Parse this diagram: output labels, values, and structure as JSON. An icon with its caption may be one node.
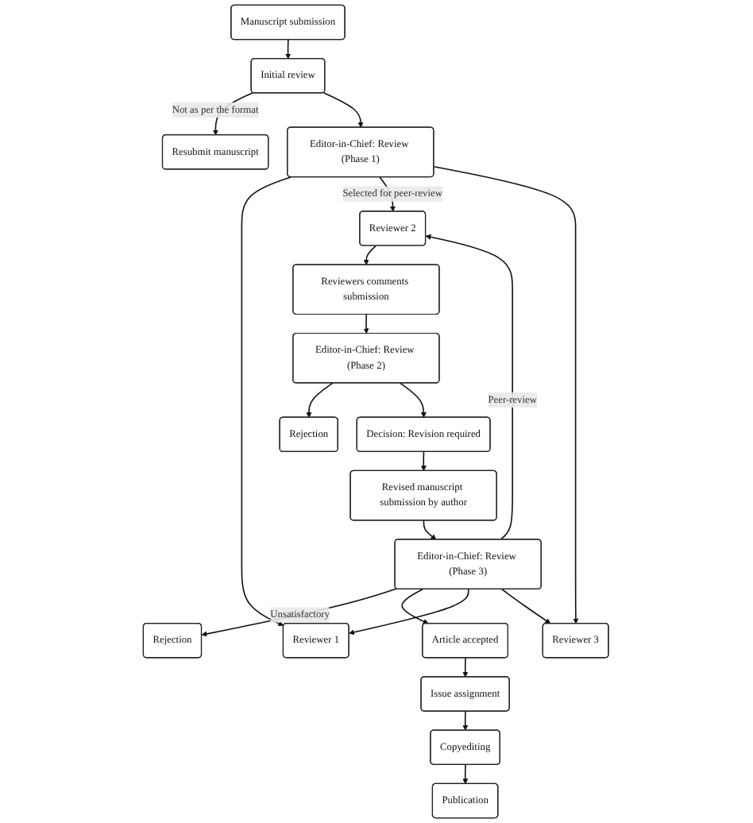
{
  "diagram": {
    "nodes": [
      {
        "text": [
          "Manuscript submission"
        ]
      },
      {
        "text": [
          "Initial review"
        ]
      },
      {
        "text": [
          "Resubmit manuscript"
        ]
      },
      {
        "text": [
          "Editor-in-Chief: Review (Phase 1)"
        ]
      },
      {
        "text": [
          "Reviewer 1"
        ]
      },
      {
        "text": [
          "Reviewer 2"
        ]
      },
      {
        "text": [
          "Reviewer 3"
        ]
      },
      {
        "text": [
          "Reviewers comments submission"
        ]
      },
      {
        "text": [
          "Editor-in-Chief: Review (Phase 2)"
        ]
      },
      {
        "text": [
          "Rejection"
        ]
      },
      {
        "text": [
          "Decision: Revision required"
        ]
      },
      {
        "text": [
          "Revised manuscript submission by author"
        ]
      },
      {
        "text": [
          "Editor-in-Chief: Review (Phase 3)"
        ]
      },
      {
        "text": [
          "Rejection"
        ]
      },
      {
        "text": [
          "Article accepted"
        ]
      },
      {
        "text": [
          "Issue assignment"
        ]
      },
      {
        "text": [
          "Copyediting"
        ]
      },
      {
        "text": [
          "Publication"
        ]
      }
    ],
    "edges": [
      {
        "from": 0,
        "to": 1,
        "arrow": "to"
      },
      {
        "from": 1,
        "to": 2,
        "arrow": "to",
        "label": "Not as per the format"
      },
      {
        "from": 1,
        "to": 3,
        "arrow": "to"
      },
      {
        "from": 3,
        "to": 4,
        "arrow": "to"
      },
      {
        "from": 3,
        "to": 5,
        "arrow": "to",
        "label": "Selected for peer-review"
      },
      {
        "from": 3,
        "to": 6,
        "arrow": "to"
      },
      {
        "from": 5,
        "to": 7,
        "arrow": "to"
      },
      {
        "from": 7,
        "to": 8,
        "arrow": "to"
      },
      {
        "from": 8,
        "to": 9,
        "arrow": "to"
      },
      {
        "from": 8,
        "to": 10,
        "arrow": "to"
      },
      {
        "from": 10,
        "to": 11,
        "arrow": "to"
      },
      {
        "from": 11,
        "to": 12,
        "arrow": "to"
      },
      {
        "from": 12,
        "to": 13,
        "arrow": "to",
        "label": "Unsatisfactory"
      },
      {
        "from": 12,
        "to": 14,
        "arrow": "to"
      },
      {
        "from": 14,
        "to": 15,
        "arrow": "to"
      },
      {
        "from": 15,
        "to": 16,
        "arrow": "to"
      },
      {
        "from": 16,
        "to": 17,
        "arrow": "to"
      },
      {
        "from": 12,
        "to": 4,
        "arrow": "to"
      },
      {
        "from": 12,
        "to": 5,
        "arrow": "to",
        "label": "Peer-review"
      },
      {
        "from": 12,
        "to": 6,
        "arrow": "to"
      }
    ]
  }
}
